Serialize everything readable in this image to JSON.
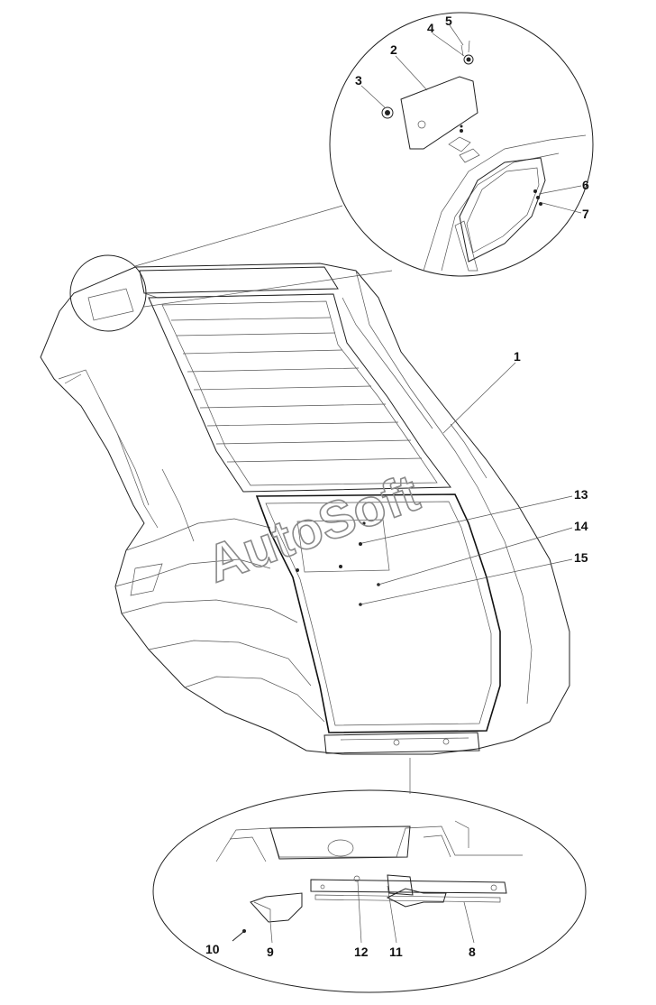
{
  "watermark": "AutoSoft",
  "callouts": [
    "1",
    "2",
    "3",
    "4",
    "5",
    "6",
    "7",
    "8",
    "9",
    "10",
    "11",
    "12",
    "13",
    "14",
    "15"
  ],
  "colors": {
    "line": "#222222",
    "background": "#ffffff",
    "watermark": "#8a8a8a"
  }
}
